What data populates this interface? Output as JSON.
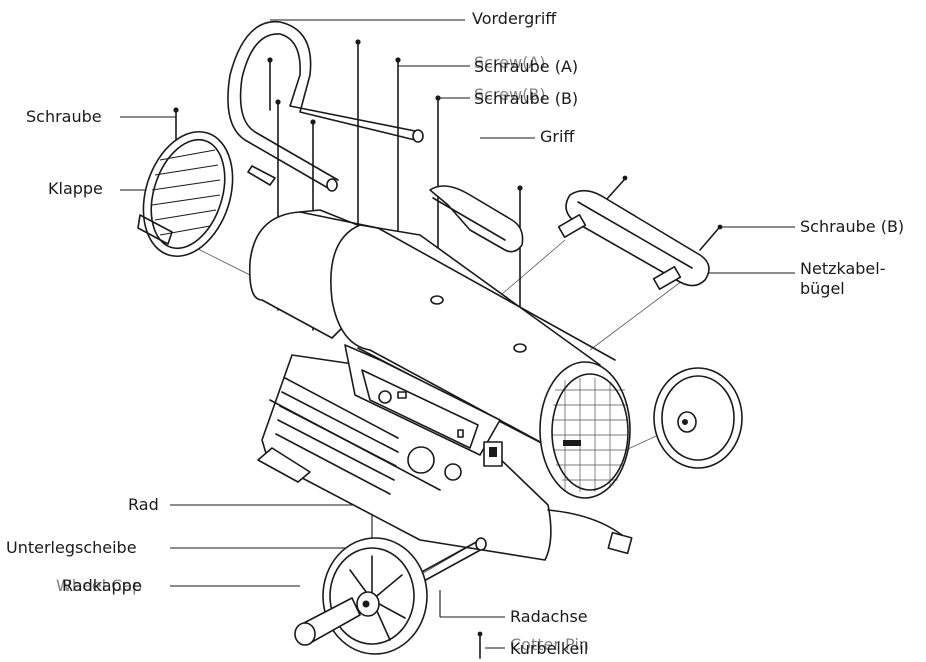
{
  "labels": {
    "vordergriff": "Vordergriff",
    "screw_a": "Screw(A)",
    "schraube_a": "Schraube (A)",
    "screw_b": "Screw(B)",
    "schraube_b_top": "Schraube (B)",
    "griff": "Griff",
    "schraube_left": "Schraube",
    "klappe": "Klappe",
    "schraube_b_right": "Schraube (B)",
    "netzkabel_1": "Netzkabel-",
    "netzkabel_2": "bügel",
    "rad": "Rad",
    "unterlegscheibe": "Unterlegscheibe",
    "wheel_cap": "Wheel Cap",
    "radkappe": "Radkappe",
    "radachse": "Radachse",
    "cotter_pin": "Cotter Pin",
    "kurbelkeil": "Kurbelkeil"
  }
}
